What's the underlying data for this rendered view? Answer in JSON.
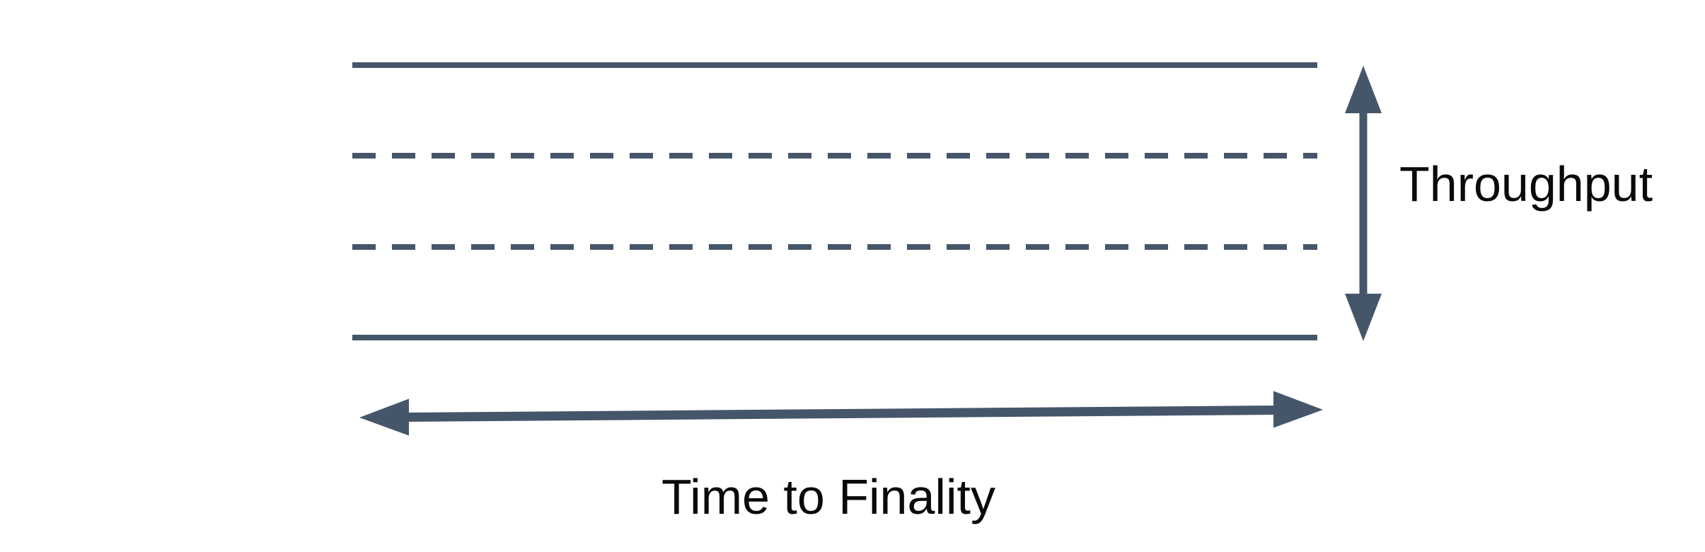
{
  "labels": {
    "throughput": "Throughput",
    "time_to_finality": "Time to Finality"
  },
  "colors": {
    "shape": "#46566a",
    "text": "#0a0a0a",
    "background": "#ffffff"
  },
  "band": {
    "line_count": 4,
    "lines": [
      {
        "position": "top",
        "style": "solid"
      },
      {
        "position": "upper-middle",
        "style": "dashed"
      },
      {
        "position": "lower-middle",
        "style": "dashed"
      },
      {
        "position": "bottom",
        "style": "solid"
      }
    ]
  },
  "arrows": {
    "vertical": {
      "type": "double-headed",
      "orientation": "vertical"
    },
    "horizontal": {
      "type": "double-headed",
      "orientation": "horizontal"
    }
  }
}
